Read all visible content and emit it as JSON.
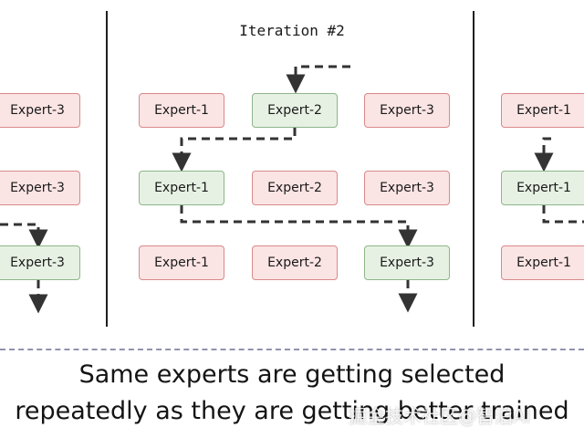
{
  "iteration_title": "Iteration #2",
  "boxes": [
    {
      "label": "Expert-3",
      "state": "selected-no"
    },
    {
      "label": "Expert-3",
      "state": "selected-no"
    },
    {
      "label": "Expert-3",
      "state": "selected-yes"
    },
    {
      "label": "Expert-1",
      "state": "selected-no"
    },
    {
      "label": "Expert-2",
      "state": "selected-yes"
    },
    {
      "label": "Expert-3",
      "state": "selected-no"
    },
    {
      "label": "Expert-1",
      "state": "selected-yes"
    },
    {
      "label": "Expert-2",
      "state": "selected-no"
    },
    {
      "label": "Expert-3",
      "state": "selected-no"
    },
    {
      "label": "Expert-1",
      "state": "selected-no"
    },
    {
      "label": "Expert-2",
      "state": "selected-no"
    },
    {
      "label": "Expert-3",
      "state": "selected-yes"
    },
    {
      "label": "Expert-1",
      "state": "selected-no"
    },
    {
      "label": "Expert-1",
      "state": "selected-yes"
    },
    {
      "label": "Expert-1",
      "state": "selected-no"
    }
  ],
  "caption": {
    "line1": "Same experts are getting selected",
    "line2": "repeatedly as they are getting better trained"
  },
  "watermark": "掘金技术社区@智泊AI",
  "colors": {
    "selected_fill": "#e6f1e3",
    "selected_border": "#8fb58a",
    "unselected_fill": "#fbe4e4",
    "unselected_border": "#d9898a",
    "arrow": "#333333",
    "separator": "#8f93b0"
  }
}
